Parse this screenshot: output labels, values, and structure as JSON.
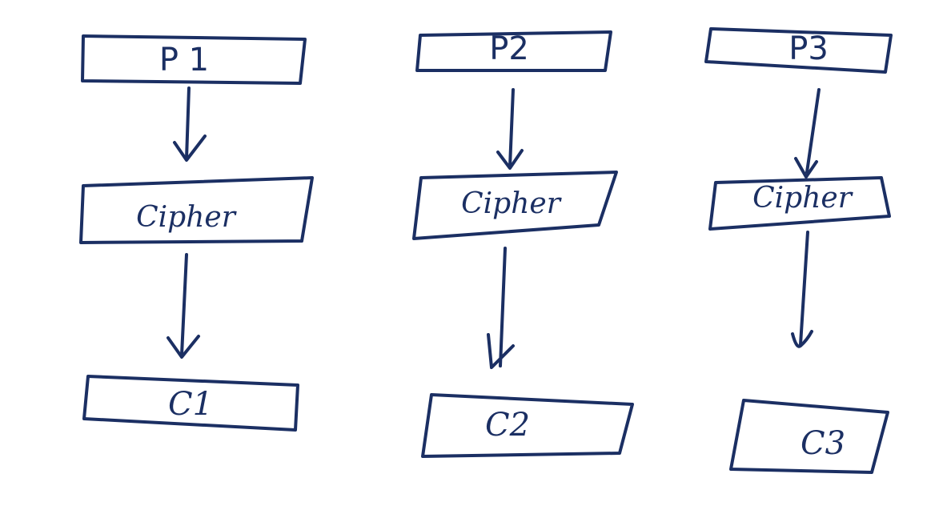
{
  "ink_color": "#1b2f63",
  "background_color": "#ffffff",
  "columns": [
    {
      "input": "P 1",
      "cipher": "Cipher",
      "output": "C1"
    },
    {
      "input": "P2",
      "cipher": "Cipher",
      "output": "C2"
    },
    {
      "input": "P3",
      "cipher": "Cipher",
      "output": "C3"
    }
  ]
}
